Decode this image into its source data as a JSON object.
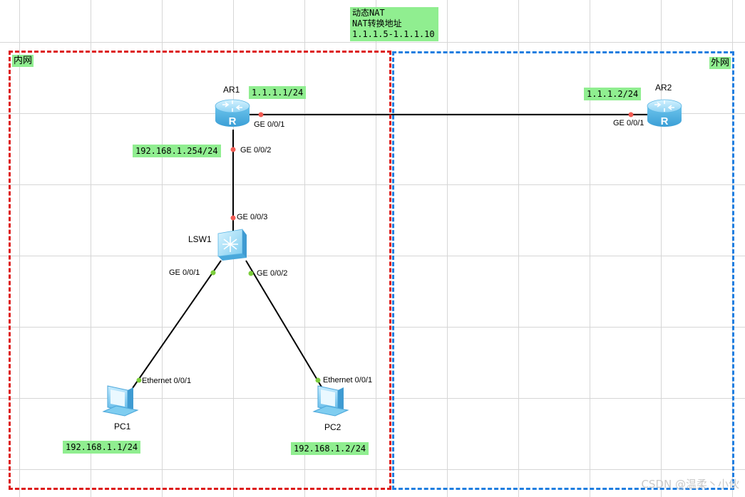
{
  "nat_note": {
    "line1": "动态NAT",
    "line2": "NAT转换地址",
    "line3": "1.1.1.5-1.1.1.10"
  },
  "zones": {
    "inner": "内网",
    "outer": "外网"
  },
  "devices": {
    "ar1": {
      "name": "AR1",
      "ip": "1.1.1.1/24",
      "port_wan": "GE 0/0/1",
      "lan_ip": "192.168.1.254/24",
      "port_lan": "GE 0/0/2"
    },
    "ar2": {
      "name": "AR2",
      "ip": "1.1.1.2/24",
      "port_wan": "GE 0/0/1"
    },
    "lsw1": {
      "name": "LSW1",
      "port_up": "GE 0/0/3",
      "port_pc1": "GE 0/0/1",
      "port_pc2": "GE 0/0/2"
    },
    "pc1": {
      "name": "PC1",
      "ip": "192.168.1.1/24",
      "port": "Ethernet 0/0/1"
    },
    "pc2": {
      "name": "PC2",
      "ip": "192.168.1.2/24",
      "port": "Ethernet 0/0/1"
    }
  },
  "colors": {
    "label_bg": "#90ee90",
    "inner_zone": "#dd1a1a",
    "outer_zone": "#1f7ee0",
    "port_down": "#f25c54",
    "port_up": "#7ccd3c"
  },
  "watermark": "CSDN @温柔丶小伙"
}
